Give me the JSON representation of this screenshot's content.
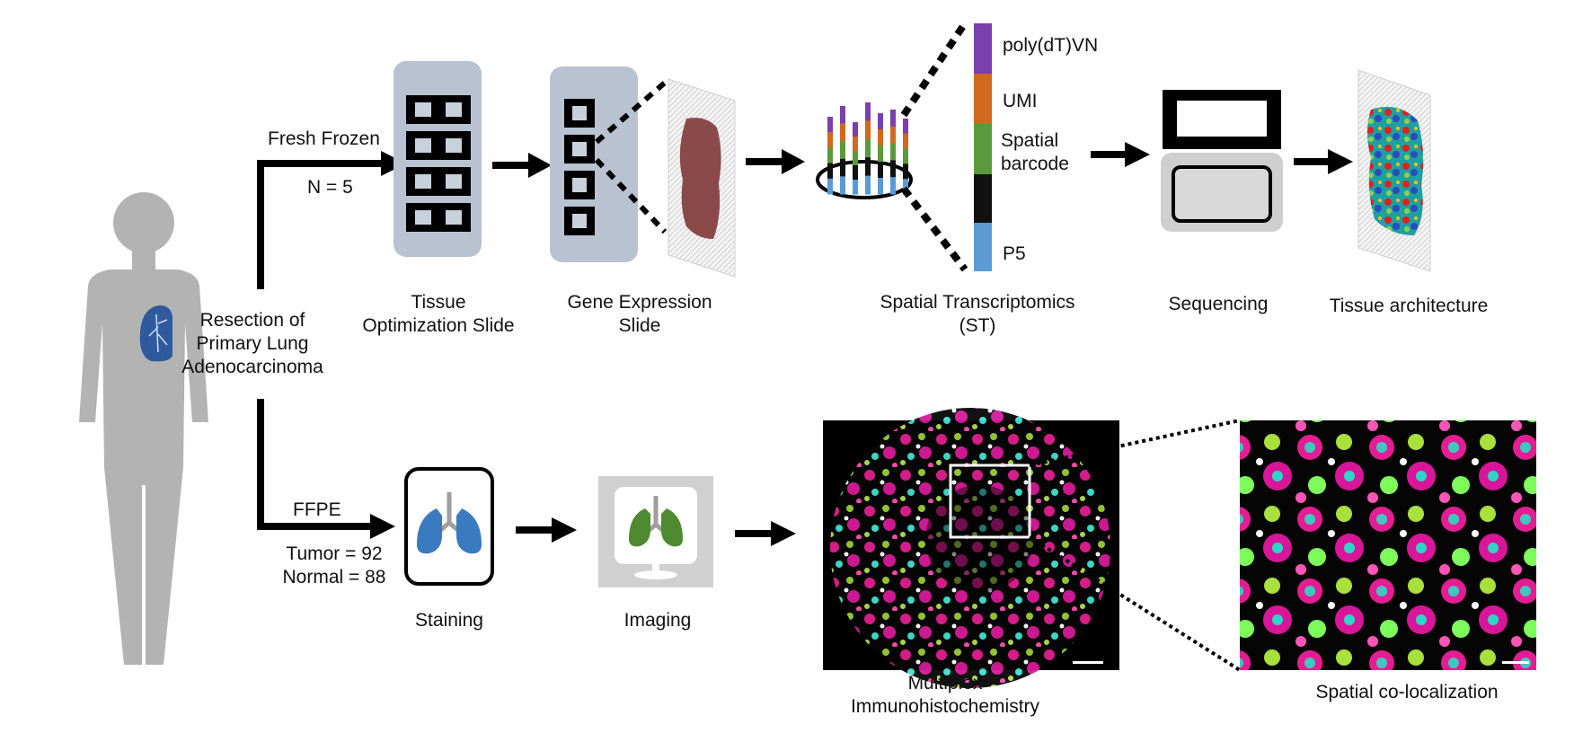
{
  "patient": {
    "label_line1": "Resection of",
    "label_line2": "Primary Lung",
    "label_line3": "Adenocarcinoma"
  },
  "branch_fresh_frozen": {
    "label": "Fresh Frozen",
    "count": "N = 5"
  },
  "branch_ffpe": {
    "label": "FFPE",
    "tumor": "Tumor = 92",
    "normal": "Normal = 88"
  },
  "steps_top": {
    "tissue_slide_line1": "Tissue",
    "tissue_slide_line2": "Optimization Slide",
    "gene_slide_line1": "Gene Expression",
    "gene_slide_line2": "Slide",
    "st_line1": "Spatial Transcriptomics",
    "st_line2": "(ST)",
    "sequencing": "Sequencing",
    "architecture": "Tissue architecture"
  },
  "barcode": {
    "segments": [
      {
        "label": "poly(dT)VN",
        "color": "#7b3fb0"
      },
      {
        "label": "UMI",
        "color": "#d2691e"
      },
      {
        "label_line1": "Spatial",
        "label_line2": "barcode",
        "color": "#5a9a3c"
      },
      {
        "label": "",
        "color": "#111111"
      },
      {
        "label": "P5",
        "color": "#5b9bd5"
      }
    ]
  },
  "steps_bottom": {
    "staining": "Staining",
    "imaging": "Imaging",
    "mihc_line1": "Multiplex",
    "mihc_line2": "Immunohistochemistry",
    "colocalization": "Spatial co-localization"
  },
  "colors": {
    "silhouette": "#b3b3b3",
    "lung_dark": "#2f5a9e",
    "slide_panel": "#b8c2d1",
    "stain_lung": "#3a7bbf",
    "imaging_lung": "#4e8a2f",
    "tissue": "#8b4a4a"
  }
}
